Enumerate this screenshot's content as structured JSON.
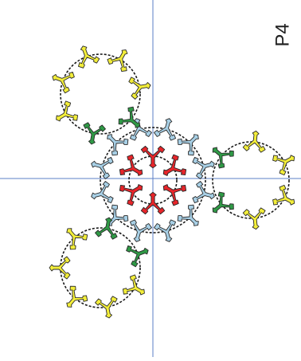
{
  "label": "P4",
  "colors": {
    "axis": "#5b7fc7",
    "ring_stroke": "#1a1a1a",
    "red": "#e8252a",
    "light_blue": "#a8d0e6",
    "yellow": "#f3ee3a",
    "green": "#2f9a46",
    "outline": "#2a2a2a"
  },
  "groups": [
    {
      "name": "inner-hexamer",
      "color": "red",
      "count": 6
    },
    {
      "name": "middle-ring",
      "color": "light_blue",
      "count": 12
    },
    {
      "name": "outer-ring-top-left",
      "colors": [
        "green",
        "yellow",
        "yellow",
        "yellow",
        "yellow",
        "yellow",
        "green"
      ]
    },
    {
      "name": "outer-ring-right",
      "colors": [
        "green",
        "yellow",
        "yellow",
        "yellow",
        "yellow",
        "green"
      ]
    },
    {
      "name": "outer-ring-bottom-left",
      "colors": [
        "green",
        "yellow",
        "yellow",
        "yellow",
        "yellow",
        "yellow",
        "green"
      ]
    }
  ]
}
